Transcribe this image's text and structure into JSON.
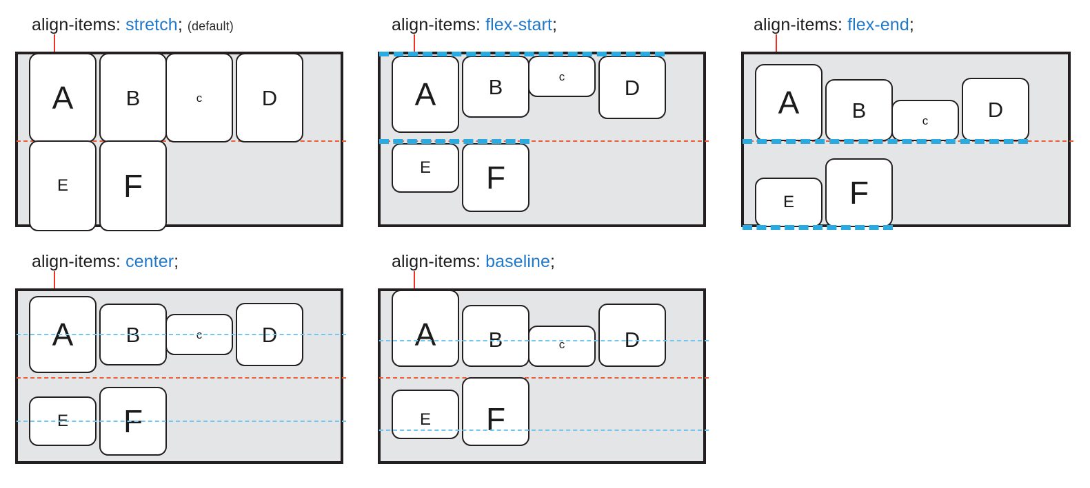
{
  "diagram": {
    "title_prefix": "align-items:",
    "semicolon": ";",
    "colors": {
      "accent_blue_text": "#2178c8",
      "dashed_red": "#ee5b33",
      "dashed_blue": "#29abe2",
      "dashed_blue_light": "#73c7ef",
      "container_fill": "#e4e5e6",
      "stroke": "#231f20",
      "leader_red": "#ee3124"
    }
  },
  "panels": [
    {
      "id": "stretch",
      "property": "align-items:",
      "value": "stretch",
      "semicolon": ";",
      "note": "(default)",
      "boxes": [
        {
          "label": "A",
          "size": "large"
        },
        {
          "label": "B",
          "size": "medium"
        },
        {
          "label": "c",
          "size": "small"
        },
        {
          "label": "D",
          "size": "medium"
        },
        {
          "label": "E",
          "size": "small"
        },
        {
          "label": "F",
          "size": "large"
        }
      ]
    },
    {
      "id": "flex-start",
      "property": "align-items:",
      "value": "flex-start",
      "semicolon": ";",
      "note": "",
      "boxes": [
        {
          "label": "A",
          "size": "large"
        },
        {
          "label": "B",
          "size": "medium"
        },
        {
          "label": "c",
          "size": "small"
        },
        {
          "label": "D",
          "size": "medium"
        },
        {
          "label": "E",
          "size": "small"
        },
        {
          "label": "F",
          "size": "large"
        }
      ]
    },
    {
      "id": "flex-end",
      "property": "align-items:",
      "value": "flex-end",
      "semicolon": ";",
      "note": "",
      "boxes": [
        {
          "label": "A",
          "size": "large"
        },
        {
          "label": "B",
          "size": "medium"
        },
        {
          "label": "c",
          "size": "small"
        },
        {
          "label": "D",
          "size": "medium"
        },
        {
          "label": "E",
          "size": "small"
        },
        {
          "label": "F",
          "size": "large"
        }
      ]
    },
    {
      "id": "center",
      "property": "align-items:",
      "value": "center",
      "semicolon": ";",
      "note": "",
      "boxes": [
        {
          "label": "A",
          "size": "large"
        },
        {
          "label": "B",
          "size": "medium"
        },
        {
          "label": "c",
          "size": "small"
        },
        {
          "label": "D",
          "size": "medium"
        },
        {
          "label": "E",
          "size": "small"
        },
        {
          "label": "F",
          "size": "large"
        }
      ]
    },
    {
      "id": "baseline",
      "property": "align-items:",
      "value": "baseline",
      "semicolon": ";",
      "note": "",
      "boxes": [
        {
          "label": "A",
          "size": "large"
        },
        {
          "label": "B",
          "size": "medium"
        },
        {
          "label": "c",
          "size": "small"
        },
        {
          "label": "D",
          "size": "medium"
        },
        {
          "label": "E",
          "size": "small"
        },
        {
          "label": "F",
          "size": "large"
        }
      ]
    }
  ]
}
